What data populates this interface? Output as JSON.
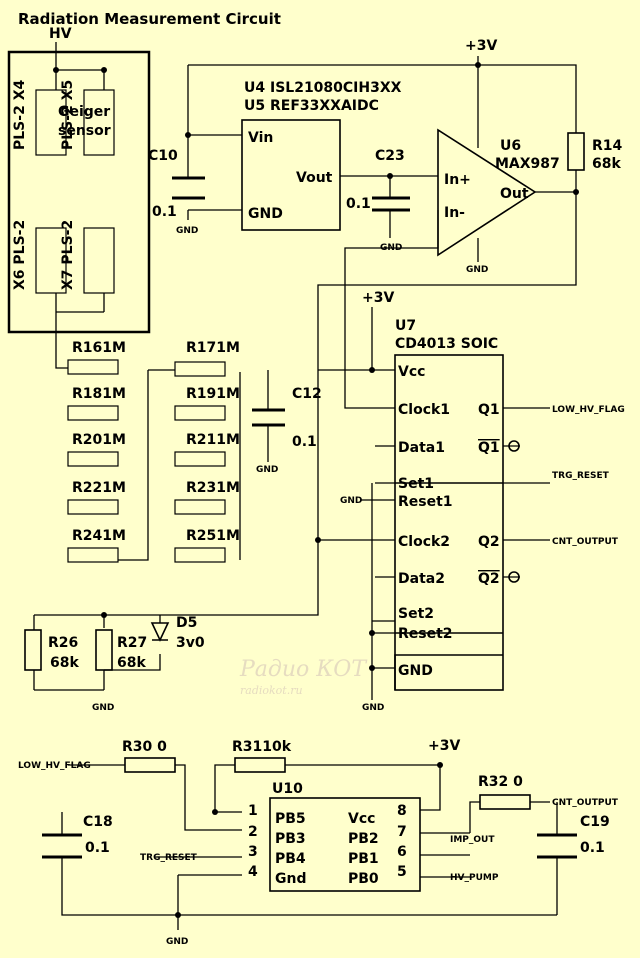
{
  "title": "Radiation Measurement Circuit",
  "sensor": {
    "label": "Geiger",
    "label2": "sensor",
    "x4": "PLS-2 X4",
    "x5": "PLS-2 X5",
    "x6": "X6 PLS-2",
    "x7": "X7 PLS-2"
  },
  "u4": {
    "name": "U4 ISL21080CIH3XX",
    "vin": "Vin",
    "vout": "Vout",
    "gnd": "GND"
  },
  "u5": {
    "name": "U5   REF33XXAIDC"
  },
  "caps": {
    "c10": {
      "name": "C10",
      "value": "0.1"
    },
    "c23": {
      "name": "C23",
      "value": "0.1"
    },
    "c12": {
      "name": "C12",
      "value": "0.1"
    },
    "c18": {
      "name": "C18",
      "value": "0.1"
    },
    "c19": {
      "name": "C19",
      "value": "0.1"
    }
  },
  "u6": {
    "name": "U6",
    "part": "MAX987",
    "inp": "In+",
    "inm": "In-",
    "out": "Out"
  },
  "r14": {
    "name": "R14",
    "value": "68k"
  },
  "chain": [
    "R161M",
    "R171M",
    "R181M",
    "R191M",
    "R201M",
    "R211M",
    "R221M",
    "R231M",
    "R241M",
    "R251M"
  ],
  "r26": {
    "name": "R26",
    "value": "68k"
  },
  "r27": {
    "name": "R27",
    "value": "68k"
  },
  "d5": {
    "name": "D5",
    "value": "3v0"
  },
  "u7": {
    "name": "U7",
    "part": "CD4013 SOIC",
    "vcc": "Vcc",
    "clock1": "Clock1",
    "q1": "Q1",
    "data1": "Data1",
    "q1bar": "Q1",
    "set1": "Set1",
    "reset1": "Reset1",
    "clock2": "Clock2",
    "q2": "Q2",
    "data2": "Data2",
    "q2bar": "Q2",
    "set2": "Set2",
    "reset2": "Reset2",
    "gnd": "GND"
  },
  "nets": {
    "hv": "HV",
    "v3": "+3V",
    "gnd": "GND",
    "low_hv_flag": "LOW_HV_FLAG",
    "trg_reset": "TRG_RESET",
    "cnt_output": "CNT_OUTPUT",
    "imp_out": "IMP_OUT",
    "hv_pump": "HV_PUMP"
  },
  "r30": {
    "label": "R30 0"
  },
  "r31": {
    "label": "R3110k"
  },
  "r32": {
    "label": "R32 0"
  },
  "u10": {
    "name": "U10",
    "pb5": "PB5",
    "pb3": "PB3",
    "pb4": "PB4",
    "gnd": "Gnd",
    "vcc": "Vcc",
    "pb2": "PB2",
    "pb1": "PB1",
    "pb0": "PB0",
    "pins": [
      "1",
      "2",
      "3",
      "4",
      "5",
      "6",
      "7",
      "8"
    ]
  },
  "watermark": {
    "logo": "Радио КОТ",
    "url": "radiokot.ru"
  }
}
